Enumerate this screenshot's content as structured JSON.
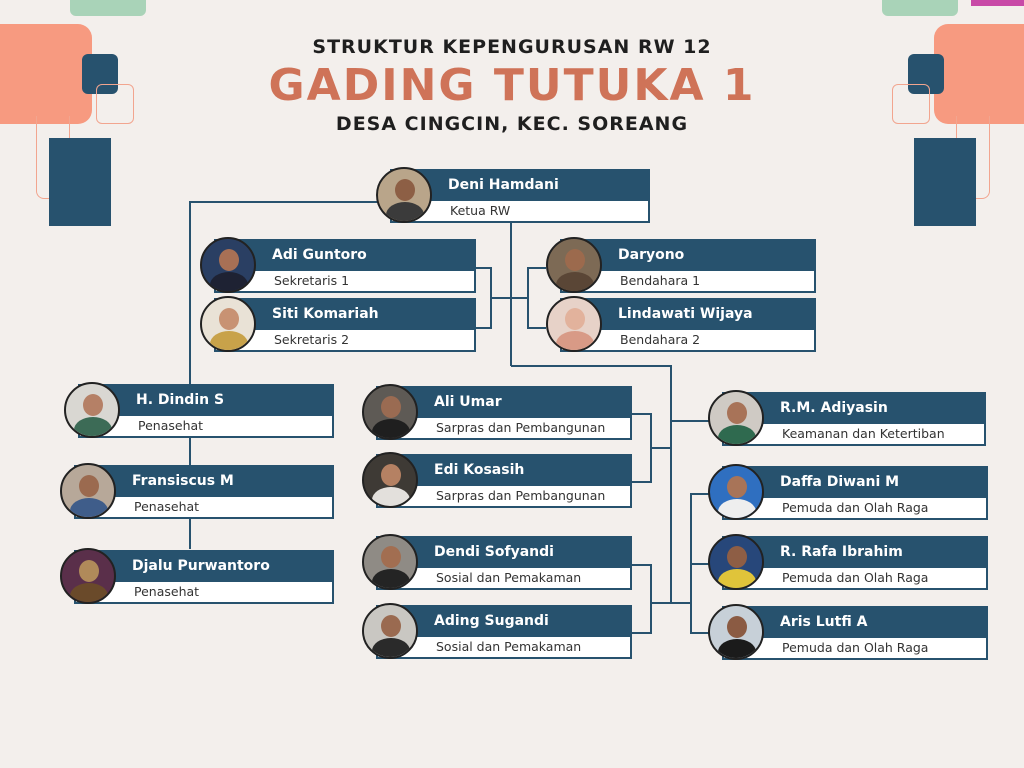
{
  "header": {
    "line1": "STRUKTUR KEPENGURUSAN RW 12",
    "line2": "GADING TUTUKA 1",
    "line3": "DESA CINGCIN, KEC. SOREANG"
  },
  "colors": {
    "navy": "#27526e",
    "coral": "#cf7358",
    "salmon": "#f79a80",
    "mint": "#a9d3b8",
    "background": "#f3efec"
  },
  "members": [
    {
      "id": "deni",
      "name": "Deni Hamdani",
      "role": "Ketua RW",
      "avatar": {
        "bg": "#b9a58a",
        "skin": "#8d5f45",
        "shirt": "#3b3b3b"
      }
    },
    {
      "id": "adi",
      "name": "Adi Guntoro",
      "role": "Sekretaris 1",
      "avatar": {
        "bg": "#2a3f63",
        "skin": "#a87055",
        "shirt": "#1e2233"
      }
    },
    {
      "id": "siti",
      "name": "Siti Komariah",
      "role": "Sekretaris 2",
      "avatar": {
        "bg": "#e9e2d6",
        "skin": "#c89273",
        "shirt": "#c8a24a"
      }
    },
    {
      "id": "daryono",
      "name": "Daryono",
      "role": "Bendahara 1",
      "avatar": {
        "bg": "#7d6a55",
        "skin": "#9c6a4d",
        "shirt": "#5a4636"
      }
    },
    {
      "id": "lindawati",
      "name": "Lindawati Wijaya",
      "role": "Bendahara 2",
      "avatar": {
        "bg": "#e7d2c8",
        "skin": "#e2b29c",
        "shirt": "#d89a86"
      }
    },
    {
      "id": "dindin",
      "name": "H. Dindin S",
      "role": "Penasehat",
      "avatar": {
        "bg": "#d9d7d2",
        "skin": "#b58066",
        "shirt": "#3c6b56"
      }
    },
    {
      "id": "fransiscus",
      "name": "Fransiscus M",
      "role": "Penasehat",
      "avatar": {
        "bg": "#b7a899",
        "skin": "#9b6a4f",
        "shirt": "#3f5d8a"
      }
    },
    {
      "id": "djalu",
      "name": "Djalu Purwantoro",
      "role": "Penasehat",
      "avatar": {
        "bg": "#5a2f4a",
        "skin": "#b08a5a",
        "shirt": "#6a4a2a"
      }
    },
    {
      "id": "ali",
      "name": "Ali Umar",
      "role": "Sarpras dan Pembangunan",
      "avatar": {
        "bg": "#5e5a55",
        "skin": "#9a6b52",
        "shirt": "#1f1f1f"
      }
    },
    {
      "id": "edi",
      "name": "Edi Kosasih",
      "role": "Sarpras dan Pembangunan",
      "avatar": {
        "bg": "#3e3a35",
        "skin": "#b58163",
        "shirt": "#e3e0dc"
      }
    },
    {
      "id": "dendi",
      "name": "Dendi Sofyandi",
      "role": "Sosial dan Pemakaman",
      "avatar": {
        "bg": "#8f8b85",
        "skin": "#a26e51",
        "shirt": "#242424"
      }
    },
    {
      "id": "ading",
      "name": "Ading Sugandi",
      "role": "Sosial dan Pemakaman",
      "avatar": {
        "bg": "#c9c7c2",
        "skin": "#9a6a50",
        "shirt": "#2a2a2a"
      }
    },
    {
      "id": "adiyasin",
      "name": "R.M. Adiyasin",
      "role": "Keamanan dan Ketertiban",
      "avatar": {
        "bg": "#cfcac4",
        "skin": "#a87358",
        "shirt": "#2f6a4f"
      }
    },
    {
      "id": "daffa",
      "name": "Daffa Diwani M",
      "role": "Pemuda dan Olah Raga",
      "avatar": {
        "bg": "#2f6fc0",
        "skin": "#a87458",
        "shirt": "#eeeeee"
      }
    },
    {
      "id": "rafa",
      "name": "R. Rafa Ibrahim",
      "role": "Pemuda dan Olah Raga",
      "avatar": {
        "bg": "#27477a",
        "skin": "#8e5e45",
        "shirt": "#e0c43a"
      }
    },
    {
      "id": "aris",
      "name": "Aris Lutfi A",
      "role": "Pemuda dan Olah Raga",
      "avatar": {
        "bg": "#c7d0d8",
        "skin": "#8b5b43",
        "shirt": "#1b1b1b"
      }
    }
  ]
}
